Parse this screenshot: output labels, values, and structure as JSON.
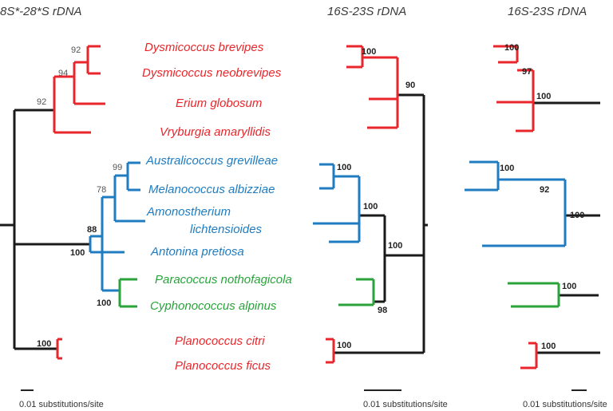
{
  "headers": {
    "left": "8S*-28*S rDNA",
    "middle": "16S-23S rDNA",
    "right": "16S-23S rDNA"
  },
  "taxa": [
    {
      "name": "Dysmicoccus brevipes",
      "clade": "red"
    },
    {
      "name": "Dysmicoccus neobrevipes",
      "clade": "red"
    },
    {
      "name": "Erium globosum",
      "clade": "red"
    },
    {
      "name": "Vryburgia amaryllidis",
      "clade": "red"
    },
    {
      "name": "Australicoccus grevilleae",
      "clade": "blue"
    },
    {
      "name": "Melanococcus albizziae",
      "clade": "blue"
    },
    {
      "name": "Amonostherium",
      "clade": "blue"
    },
    {
      "name": "lichtensioides",
      "clade": "blue"
    },
    {
      "name": "Antonina pretiosa",
      "clade": "blue"
    },
    {
      "name": "Paracoccus nothofagicola",
      "clade": "green"
    },
    {
      "name": "Cyphonococcus alpinus",
      "clade": "green"
    },
    {
      "name": "Planococcus citri",
      "clade": "red"
    },
    {
      "name": "Planococcus ficus",
      "clade": "red"
    }
  ],
  "support_left": [
    "92",
    "94",
    "92",
    "99",
    "78",
    "88",
    "100",
    "100",
    "100"
  ],
  "support_middle": [
    "100",
    "90",
    "100",
    "100",
    "100",
    "98",
    "100"
  ],
  "support_right": [
    "100",
    "97",
    "100",
    "100",
    "92",
    "100",
    "100",
    "100"
  ],
  "scale_bars": {
    "left": "0.01 substitutions/site",
    "middle": "0.01 substitutions/site",
    "right": "0.01 substitutions/site"
  },
  "colors": {
    "red": "#e8262b",
    "blue": "#1f7cc1",
    "green": "#2aa33b",
    "black": "#1a1a1a"
  }
}
